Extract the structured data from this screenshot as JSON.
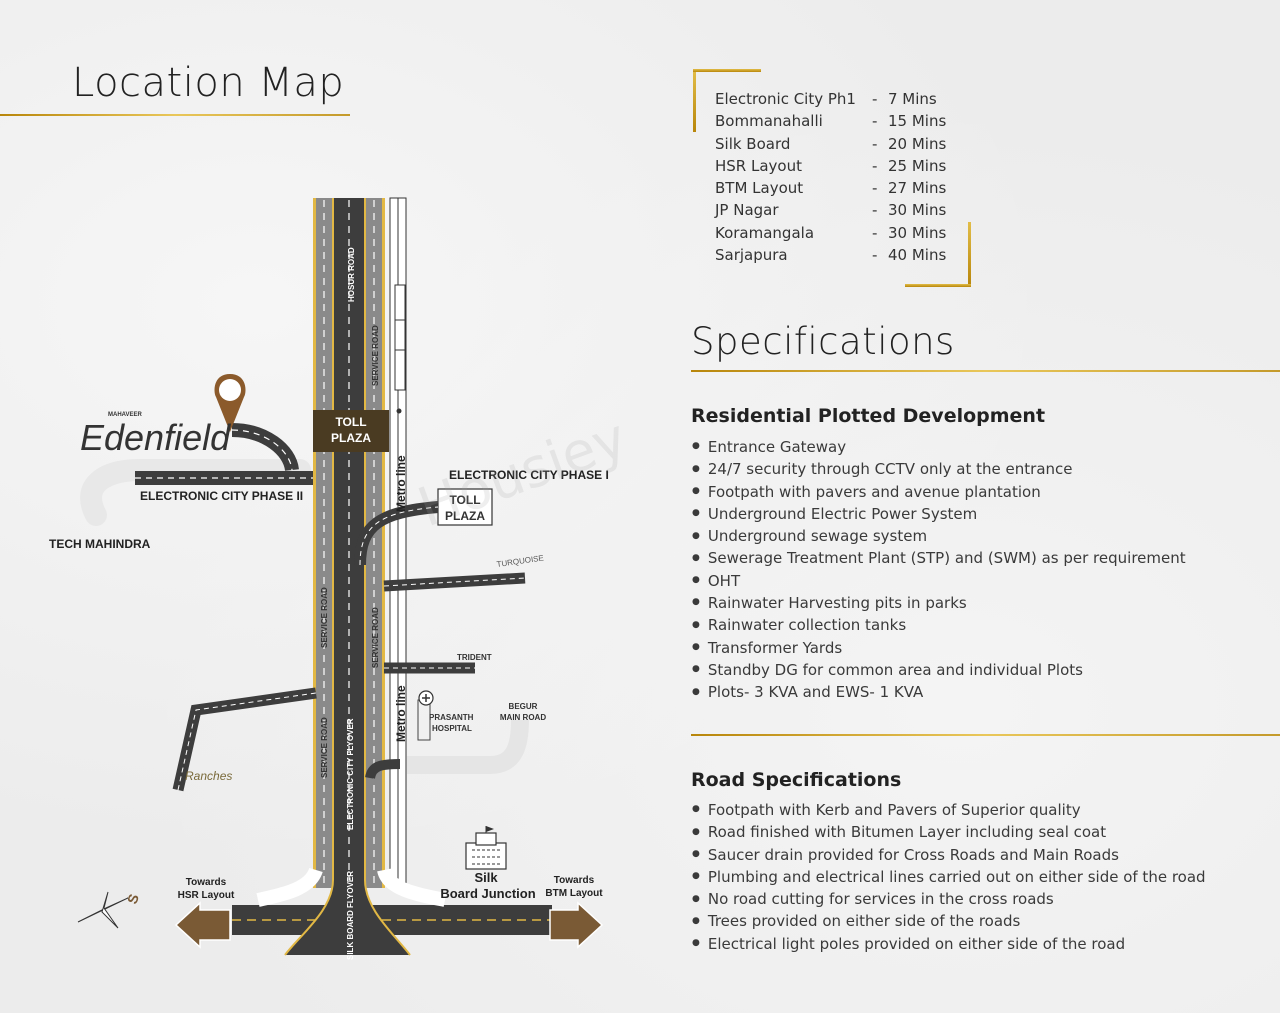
{
  "location_map": {
    "title": "Location Map",
    "labels": {
      "brand_small": "MAHAVEER",
      "brand": "Edenfield",
      "ec_phase2": "ELECTRONIC CITY PHASE II",
      "tech_mahindra": "TECH MAHINDRA",
      "ec_phase1": "ELECTRONIC CITY PHASE I",
      "toll_plaza_1a": "TOLL",
      "toll_plaza_1b": "PLAZA",
      "toll_plaza_2a": "TOLL",
      "toll_plaza_2b": "PLAZA",
      "hosur_road": "HOSUR ROAD",
      "service_road_1": "SERVICE ROAD",
      "service_road_2": "SERVICE ROAD",
      "service_road_3": "SERVICE ROAD",
      "service_road_4": "SERVICE ROAD",
      "metro_line_1": "Metro line",
      "metro_line_2": "Metro line",
      "turquoise": "TURQUOISE",
      "trident": "TRIDENT",
      "prasanth_a": "PRASANTH",
      "prasanth_b": "HOSPITAL",
      "begur_a": "BEGUR",
      "begur_b": "MAIN ROAD",
      "ranches": "Ranches",
      "ec_flyover": "ELECTRONIC CITY FLYOVER",
      "silk_flyover": "SILK BOARD FLYOVER",
      "silk_a": "Silk",
      "silk_b": "Board Junction",
      "towards_hsr_a": "Towards",
      "towards_hsr_b": "HSR Layout",
      "towards_btm_a": "Towards",
      "towards_btm_b": "BTM Layout",
      "compass": "S"
    }
  },
  "distances": [
    {
      "place": "Electronic City Ph1",
      "sep": "-",
      "time": "7 Mins"
    },
    {
      "place": "Bommanahalli",
      "sep": "-",
      "time": "15 Mins"
    },
    {
      "place": "Silk Board",
      "sep": "-",
      "time": "20 Mins"
    },
    {
      "place": "HSR Layout",
      "sep": "-",
      "time": "25 Mins"
    },
    {
      "place": "BTM Layout",
      "sep": "-",
      "time": "27 Mins"
    },
    {
      "place": "JP Nagar",
      "sep": "-",
      "time": "30 Mins"
    },
    {
      "place": "Koramangala",
      "sep": "-",
      "time": "30 Mins"
    },
    {
      "place": "Sarjapura",
      "sep": "-",
      "time": "40 Mins"
    }
  ],
  "specifications": {
    "title": "Specifications",
    "residential": {
      "heading": "Residential Plotted Development",
      "items": [
        "Entrance Gateway",
        "24/7 security through CCTV only at the entrance",
        "Footpath with pavers and avenue plantation",
        "Underground Electric Power System",
        "Underground sewage system",
        "Sewerage Treatment Plant  (STP) and  (SWM) as per requirement",
        "OHT",
        "Rainwater Harvesting pits in parks",
        "Rainwater collection tanks",
        "Transformer Yards",
        "Standby DG for common area and individual Plots",
        "Plots- 3 KVA and EWS- 1 KVA"
      ]
    },
    "road": {
      "heading": "Road Specifications",
      "items": [
        "Footpath with Kerb and Pavers of Superior quality",
        "Road finished with Bitumen Layer including seal coat",
        "Saucer drain provided for Cross Roads and Main Roads",
        "Plumbing and electrical lines carried out on either side of the road",
        "No road cutting for services in the cross roads",
        "Trees provided on either side of the roads",
        "Electrical light poles provided on either side of the road"
      ]
    }
  },
  "watermark": "Housiey",
  "colors": {
    "gold": "#c9a23a",
    "road": "#3d3d3d",
    "road_grey": "#8a8a8a",
    "road_edge": "#e2b844",
    "toll_brown": "#4a3b22",
    "arrow_brown": "#7a5a35",
    "pin": "#8b5a2b"
  }
}
